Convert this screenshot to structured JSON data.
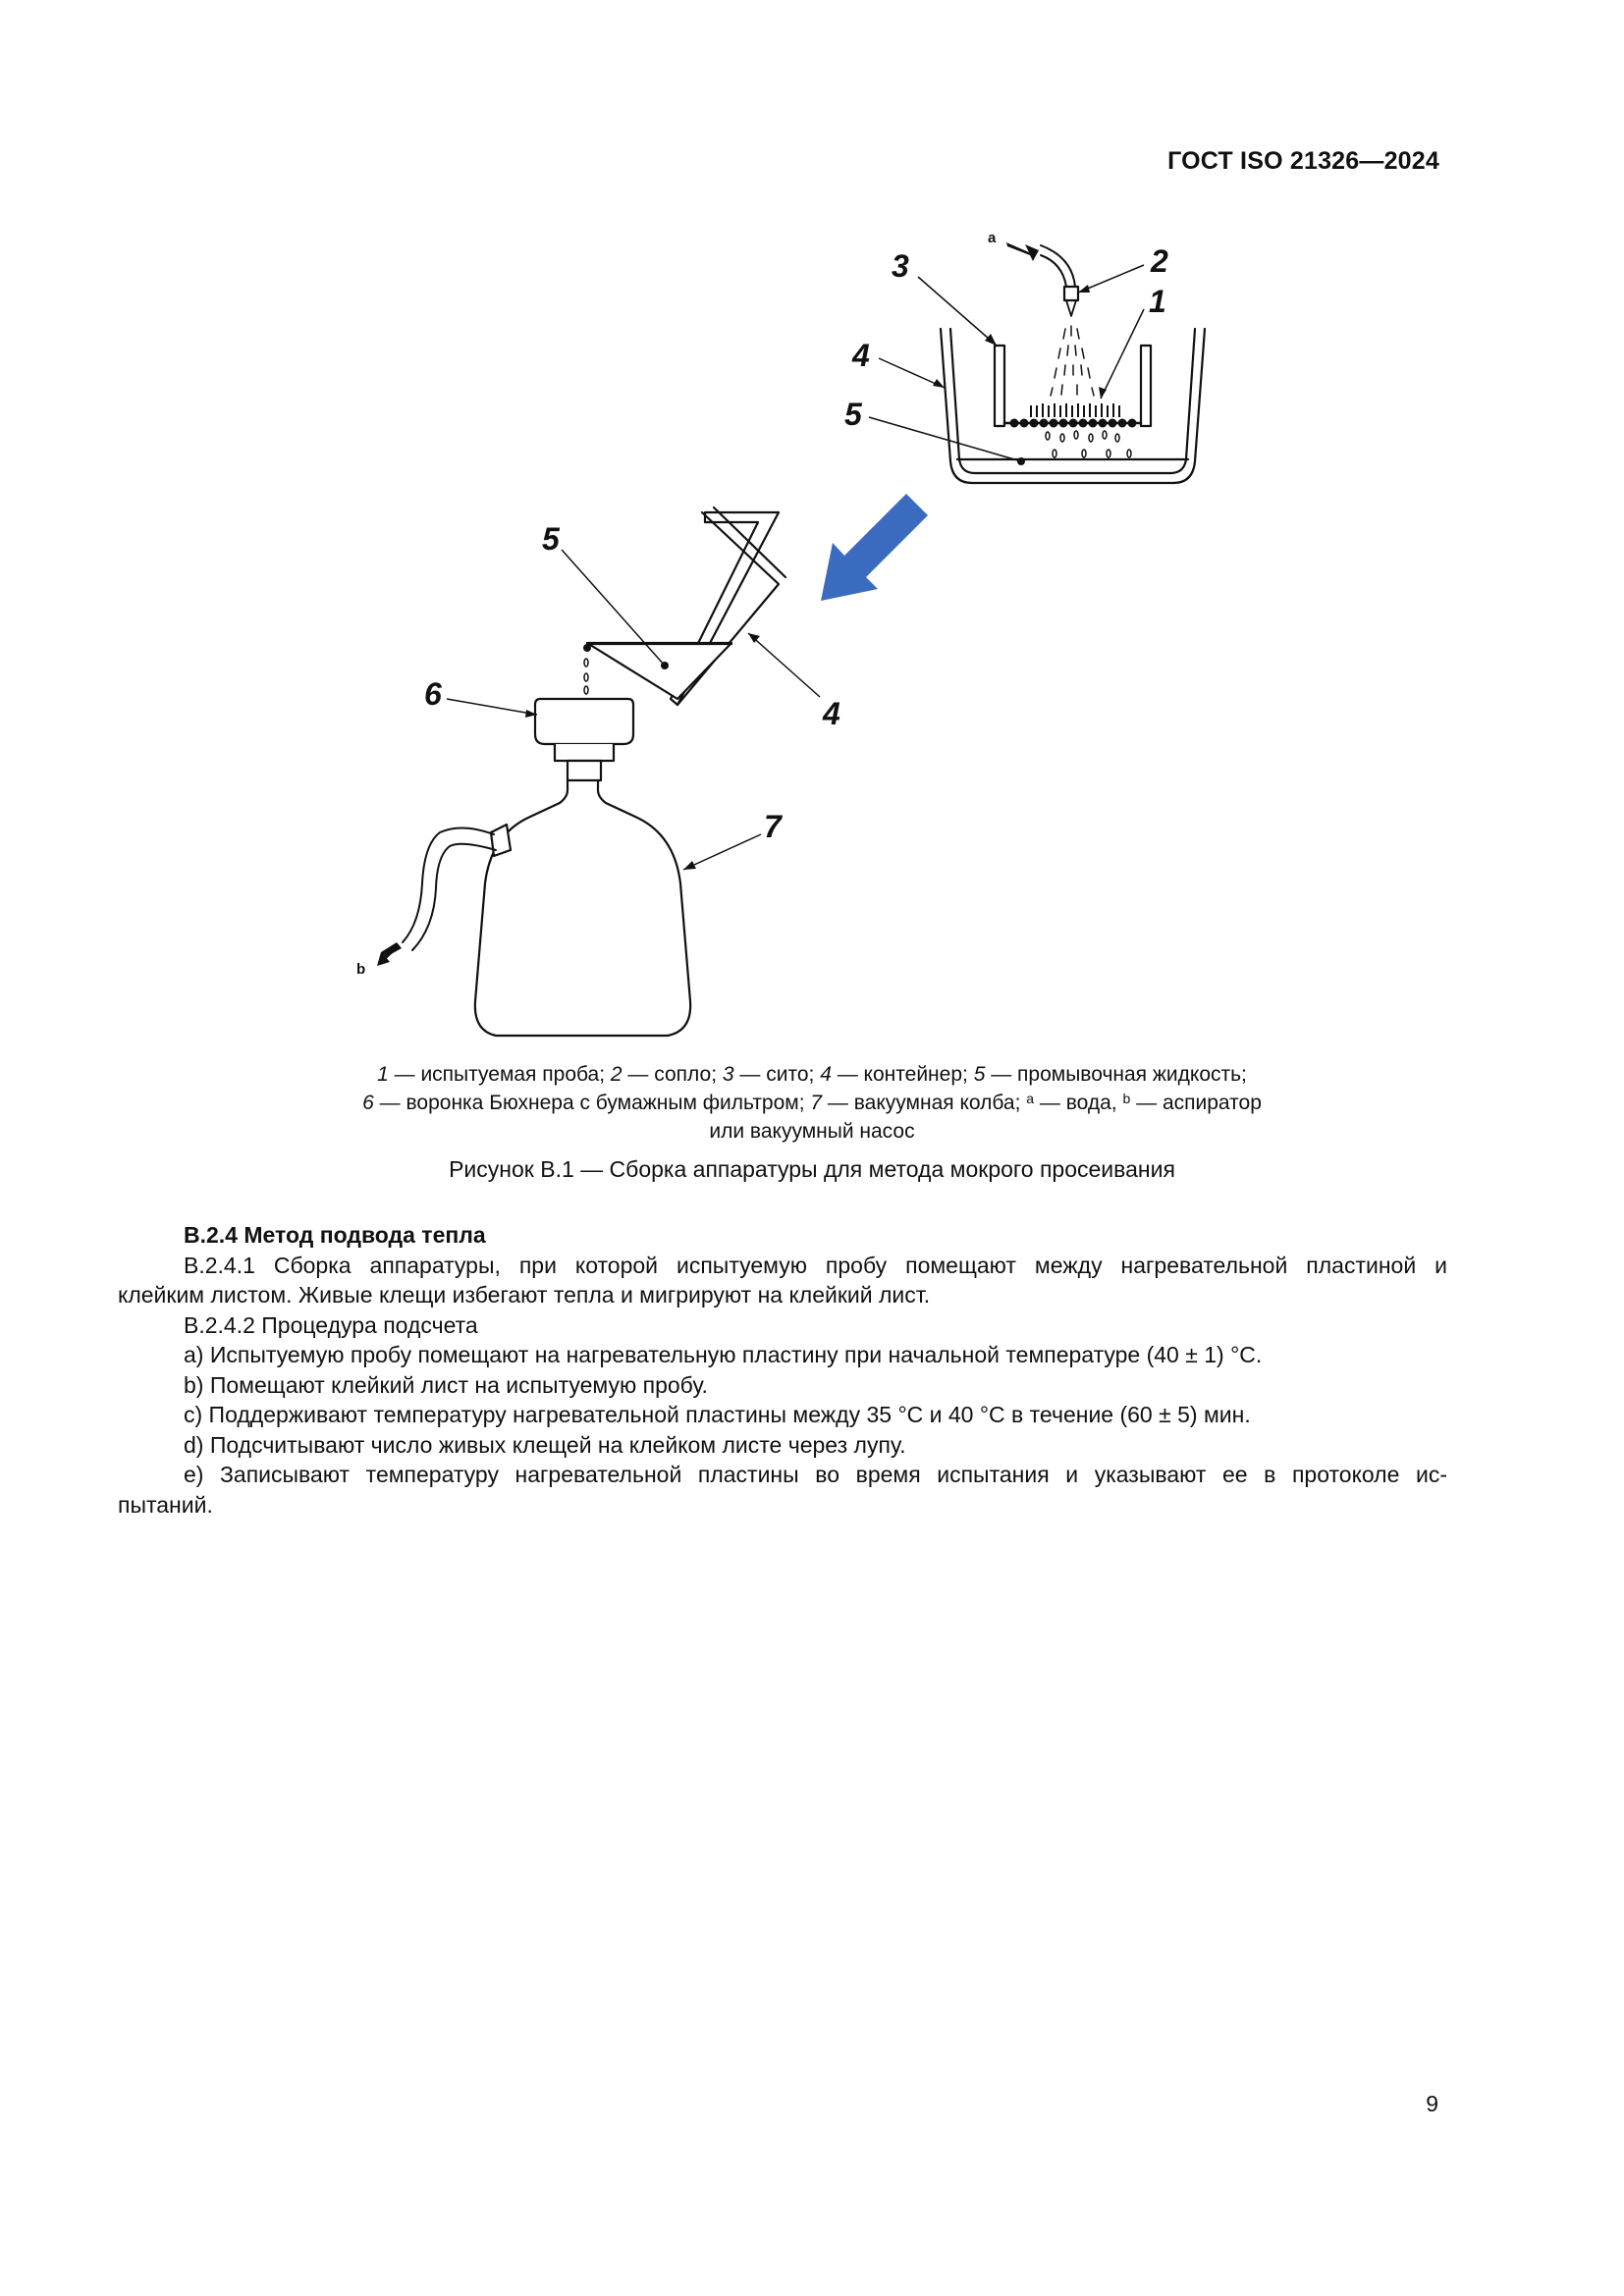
{
  "header": {
    "standard": "ГОСТ ISO 21326—2024"
  },
  "figure": {
    "labels": {
      "l1": "1",
      "l2": "2",
      "l3": "3",
      "l4_top": "4",
      "l5_top": "5",
      "l5_mid": "5",
      "l4_mid": "4",
      "l6": "6",
      "l7": "7",
      "a": "a",
      "b": "b"
    },
    "colors": {
      "flow_arrow": "#3b6bbf",
      "lines": "#111111"
    }
  },
  "legend": {
    "line1": [
      {
        "num": "1",
        "text": " — испытуемая проба; "
      },
      {
        "num": "2",
        "text": " — сопло; "
      },
      {
        "num": "3",
        "text": " — сито; "
      },
      {
        "num": "4",
        "text": " — контейнер; "
      },
      {
        "num": "5",
        "text": " — промывочная жидкость;"
      }
    ],
    "line2": {
      "n6": "6",
      "t6": " — воронка Бюхнера с бумажным фильтром; ",
      "n7": "7",
      "t7": " — вакуумная колба; ",
      "sup_a": "a",
      "ta": " — вода, ",
      "sup_b": "b",
      "tb": " — аспиратор"
    },
    "line3": "или вакуумный насос"
  },
  "caption": "Рисунок B.1 — Сборка аппаратуры для метода мокрого просеивания",
  "section": {
    "title": "B.2.4  Метод подвода тепла",
    "p1_line1": "B.2.4.1  Сборка аппаратуры, при которой испытуемую пробу помещают между нагревательной пластиной и",
    "p1_line2": "клейким листом. Живые клещи избегают тепла и мигрируют на клейкий лист.",
    "p2": "B.2.4.2  Процедура подсчета",
    "items": [
      "a)  Испытуемую пробу помещают на нагревательную пластину при начальной температуре (40 ± 1) °С.",
      "b)  Помещают клейкий лист на испытуемую пробу.",
      "c)  Поддерживают температуру нагревательной пластины между 35 °С и 40 °С в течение (60 ± 5) мин.",
      "d)  Подсчитывают число живых клещей на клейком листе через лупу."
    ],
    "item_e_line1": "e)  Записывают температуру нагревательной пластины во время испытания и указывают ее в протоколе ис-",
    "item_e_line2": "пытаний."
  },
  "page_number": "9"
}
